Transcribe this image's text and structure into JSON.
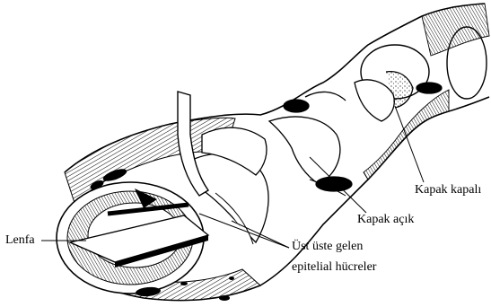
{
  "labels": {
    "kapak_kapali": "Kapak kapalı",
    "kapak_acik": "Kapak açık",
    "lenfa": "Lenfa",
    "ust_uste_line1": "Üst üste gelen",
    "ust_uste_line2": "epitelial hücreler"
  }
}
